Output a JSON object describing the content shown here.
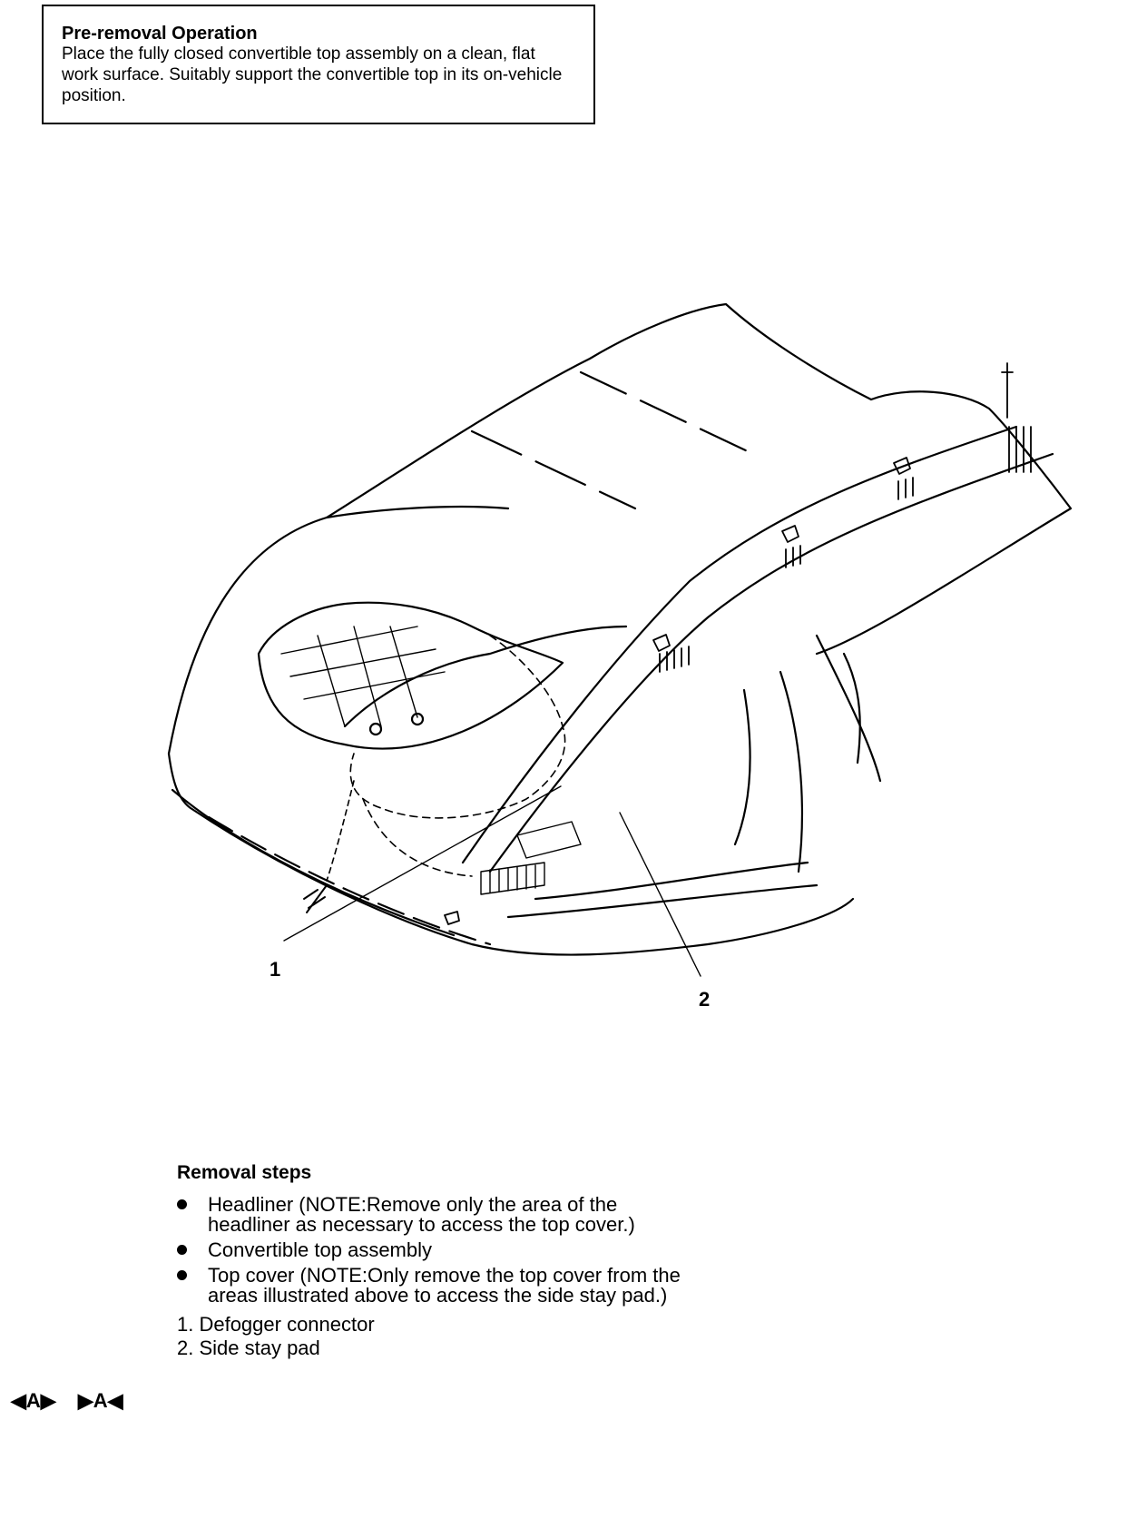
{
  "pre_removal": {
    "title": "Pre-removal Operation",
    "text": "Place the fully closed convertible top assembly on a clean, flat work surface. Suitably support the convertible top in its on-vehicle position."
  },
  "diagram": {
    "callouts": [
      "1",
      "2"
    ]
  },
  "removal": {
    "title": "Removal steps",
    "bullets": [
      "Headliner (NOTE:Remove only the area of the headliner as necessary to access the top cover.)",
      "Convertible top assembly",
      "Top cover (NOTE:Only remove the top cover from the areas illustrated above to access the side stay pad.)"
    ],
    "numbered": [
      "1. Defogger connector",
      "2. Side stay pad"
    ]
  },
  "marks": {
    "removal_mark": "◀A▶",
    "install_mark": "▶A◀"
  }
}
